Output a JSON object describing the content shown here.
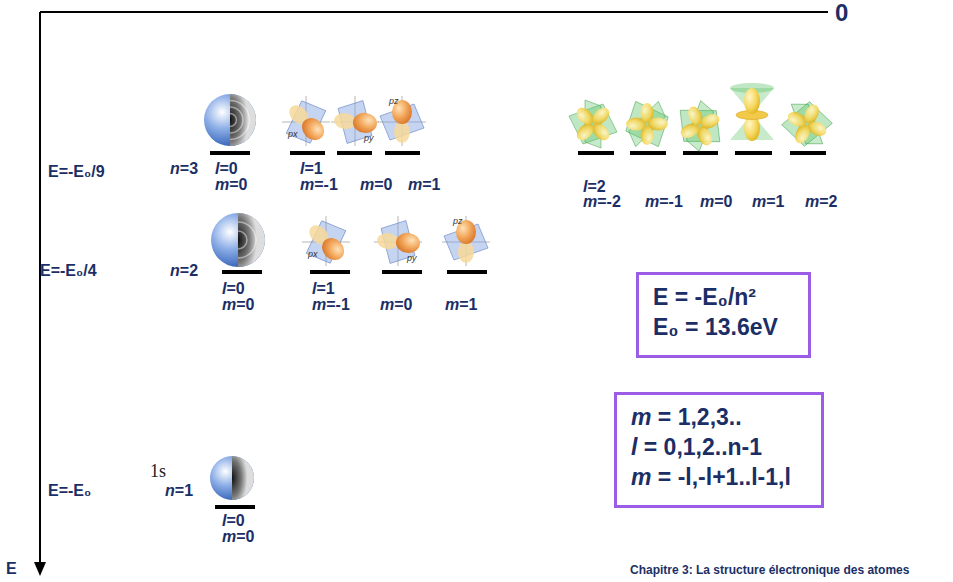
{
  "diagram": {
    "nodes": [
      {
        "text": [
          "E = -E₀/n²",
          "E₀ = 13.6eV"
        ]
      },
      {
        "text": [
          "m = 1,2,3..",
          "l = 0,1,2..n-1",
          "m = -l,-l+1..l-1,l"
        ]
      }
    ],
    "labels": [
      "0",
      "E=-E₀/9",
      "n=3",
      "l=0",
      "m=0",
      "l=1",
      "m=-1",
      "m=0",
      "m=1",
      "l=2",
      "m=-2",
      "m=-1",
      "m=0",
      "m=1",
      "m=2",
      "E=-E₀/4",
      "n=2",
      "l=0",
      "m=0",
      "l=1",
      "m=-1",
      "m=0",
      "m=1",
      "1s",
      "E=-E₀",
      "n=1",
      "l=0",
      "m=0",
      "E",
      "Chapitre 3: La structure électronique des atomes",
      "px",
      "py",
      "pz",
      "px",
      "py",
      "pz"
    ]
  }
}
